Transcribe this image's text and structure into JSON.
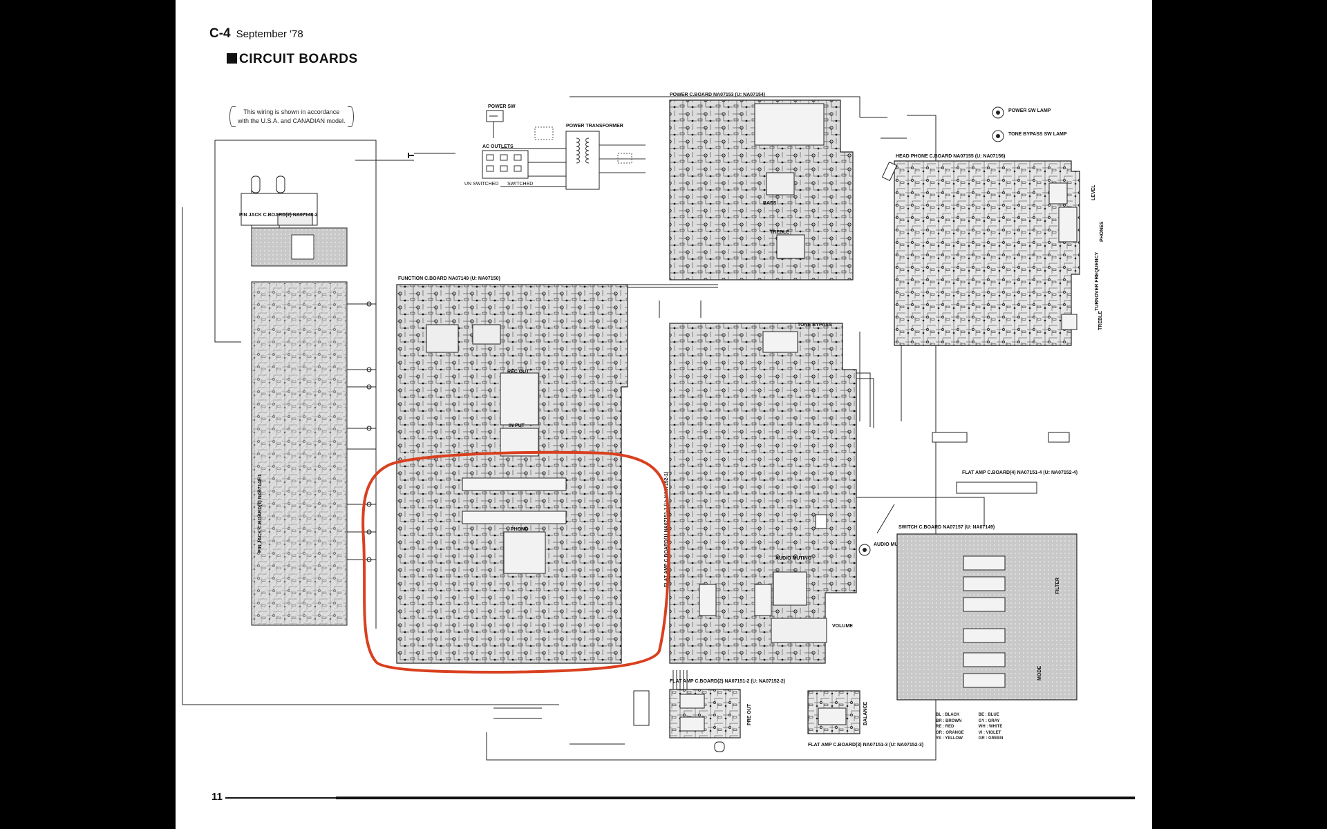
{
  "header": {
    "page_code": "C-4",
    "date": "September '78"
  },
  "title": "CIRCUIT BOARDS",
  "note": {
    "line1": "This wiring is shown in accordance",
    "line2": "with the U.S.A. and CANADIAN model."
  },
  "boards": {
    "pin_jack_2": "PIN JACK C.BOARD(2) NA07148-2",
    "pin_jack_1": "PIN JACK C.BOARD(1) NA07148-1",
    "function": "FUNCTION C.BOARD NA07149 (U: NA07150)",
    "power": "POWER C.BOARD NA07153 (U: NA07154)",
    "head_phone": "HEAD PHONE C.BOARD NA07155 (U: NA07156)",
    "flat_amp_1": "FLAT AMP C.BOARD(1) NA07151-1 (U: NA07152-1)",
    "flat_amp_2": "FLAT AMP C.BOARD(2) NA07151-2 (U: NA07152-2)",
    "flat_amp_3": "FLAT AMP C.BOARD(3) NA07151-3 (U: NA07152-3)",
    "flat_amp_4": "FLAT AMP C.BOARD(4) NA07151-4 (U: NA07152-4)",
    "switch": "SWITCH C.BOARD NA07157 (U: NA07149)"
  },
  "labels": {
    "power_sw": "POWER SW",
    "power_transformer": "POWER TRANSFORMER",
    "ac_outlets": "AC OUTLETS",
    "unswitched": "UN SWITCHED",
    "switched": "SWITCHED",
    "power_sw_lamp": "POWER SW LAMP",
    "tone_bypass_lamp": "TONE BYPASS SW LAMP",
    "audio_muting_lamp": "AUDIO MUTING LAMP",
    "rec_out": "REC OUT",
    "input": "IN PUT",
    "phono": "PHONO",
    "volume": "VOLUME",
    "balance": "BALANCE",
    "bass": "BASS",
    "treble": "TREBLE",
    "level": "LEVEL",
    "phones": "PHONES",
    "turnover_frequency": "TURNOVER FREQUENCY",
    "filter": "FILTER",
    "mode": "MODE",
    "pre_out": "PRE OUT",
    "tone_bypass": "TONE BYPASS",
    "audio_muting": "AUDIO MUTING"
  },
  "color_legend": {
    "col1": [
      "BL : BLACK",
      "BR : BROWN",
      "RE : RED",
      "OR : ORANGE",
      "YE : YELLOW"
    ],
    "col2": [
      "BE : BLUE",
      "GY : GRAY",
      "WH : WHITE",
      "VI : VIOLET",
      "GR : GREEN"
    ]
  },
  "page_number": "11",
  "highlight_color": "#d9401f"
}
